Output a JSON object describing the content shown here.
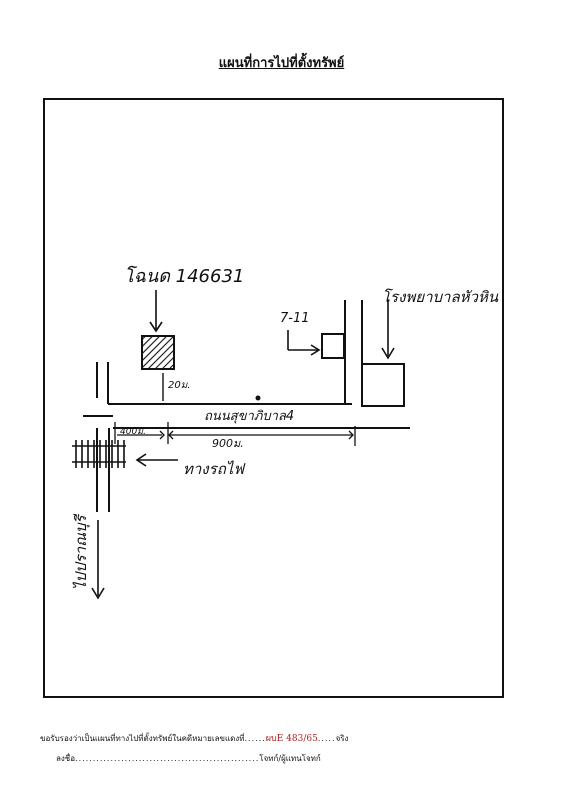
{
  "title": "แผนที่การไปที่ตั้งทรัพย์",
  "map": {
    "deed_label": "โฉนด 146631",
    "distance_20m": "20ม.",
    "road_label": "ถนนสุขาภิบาล4",
    "distance_400m": "400ม.",
    "distance_900m": "900ม.",
    "railway_label": "ทางรถไฟ",
    "seven_eleven": "7-11",
    "hospital_label": "โรงพยาบาลหัวหิน",
    "direction_label": "ไปปราณบุรี"
  },
  "certification": {
    "text_before": "ขอรับรองว่าเป็นแผนที่ทางไปที่ตั้งทรัพย์ในคดีหมายเลขแดงที่",
    "case_number": "ผบE 483/65",
    "text_after": "จริง"
  },
  "signature": {
    "label": "ลงชื่อ",
    "role": "โจทก์/ผู้แทนโจทก์"
  }
}
